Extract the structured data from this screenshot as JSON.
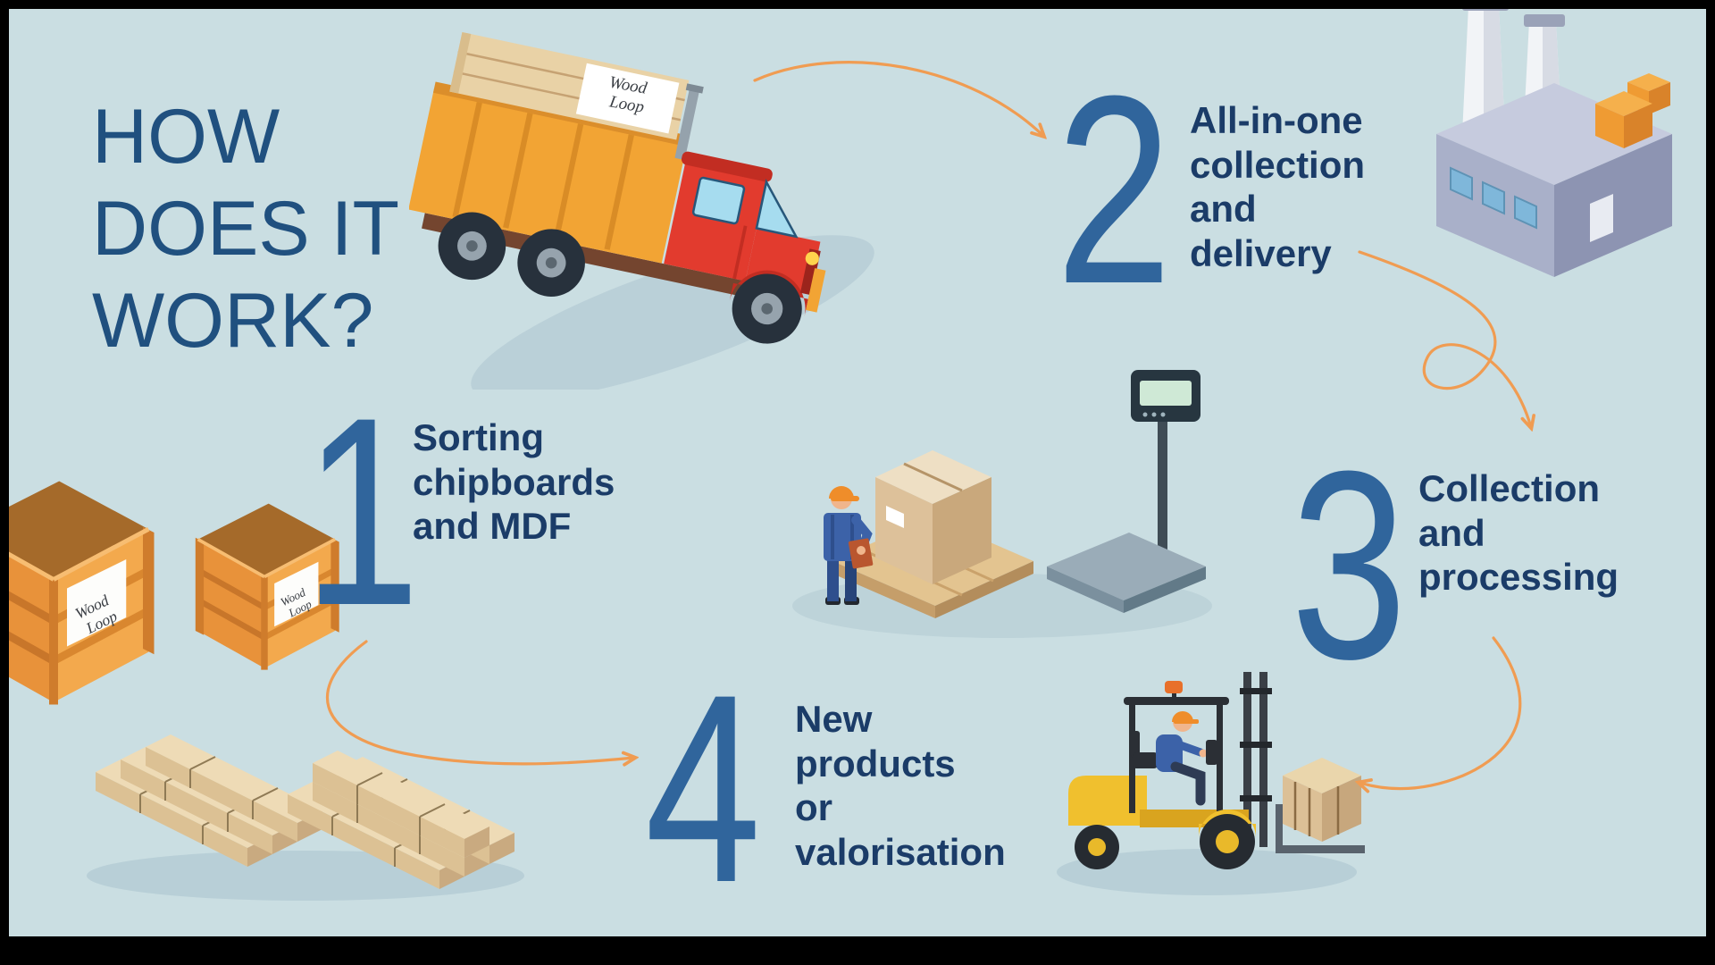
{
  "title": {
    "line1": "HOW",
    "line2": "DOES IT",
    "line3": "WORK?"
  },
  "brand": {
    "line1": "Wood",
    "line2": "Loop"
  },
  "steps": [
    {
      "number": "1",
      "lines": [
        "Sorting",
        "chipboards",
        "and MDF"
      ]
    },
    {
      "number": "2",
      "lines": [
        "All-in-one",
        "collection",
        "and",
        "delivery"
      ]
    },
    {
      "number": "3",
      "lines": [
        "Collection",
        "and",
        "processing"
      ]
    },
    {
      "number": "4",
      "lines": [
        "New",
        "products",
        "or",
        "valorisation"
      ]
    }
  ],
  "illustrations": {
    "truck": "dump-truck-with-wood-load",
    "factory": "recycling-factory",
    "crates": "wooden-crates",
    "worker_scale": "worker-weighing-box-on-pallet",
    "forklift": "forklift-carrying-crate",
    "planks": "stacked-wood-planks"
  },
  "palette": {
    "background": "#cadee2",
    "frame": "#000000",
    "heading": "#20507f",
    "number": "#30659c",
    "step_text": "#1b3c68",
    "arrow": "#f09c52",
    "truck_cab": "#e23b2e",
    "truck_bed": "#f2a434",
    "crate_orange": "#ef9c40",
    "forklift_yellow": "#f0c02e",
    "factory_gray": "#a9b0c9",
    "wood_tan": "#ecd9b4"
  }
}
